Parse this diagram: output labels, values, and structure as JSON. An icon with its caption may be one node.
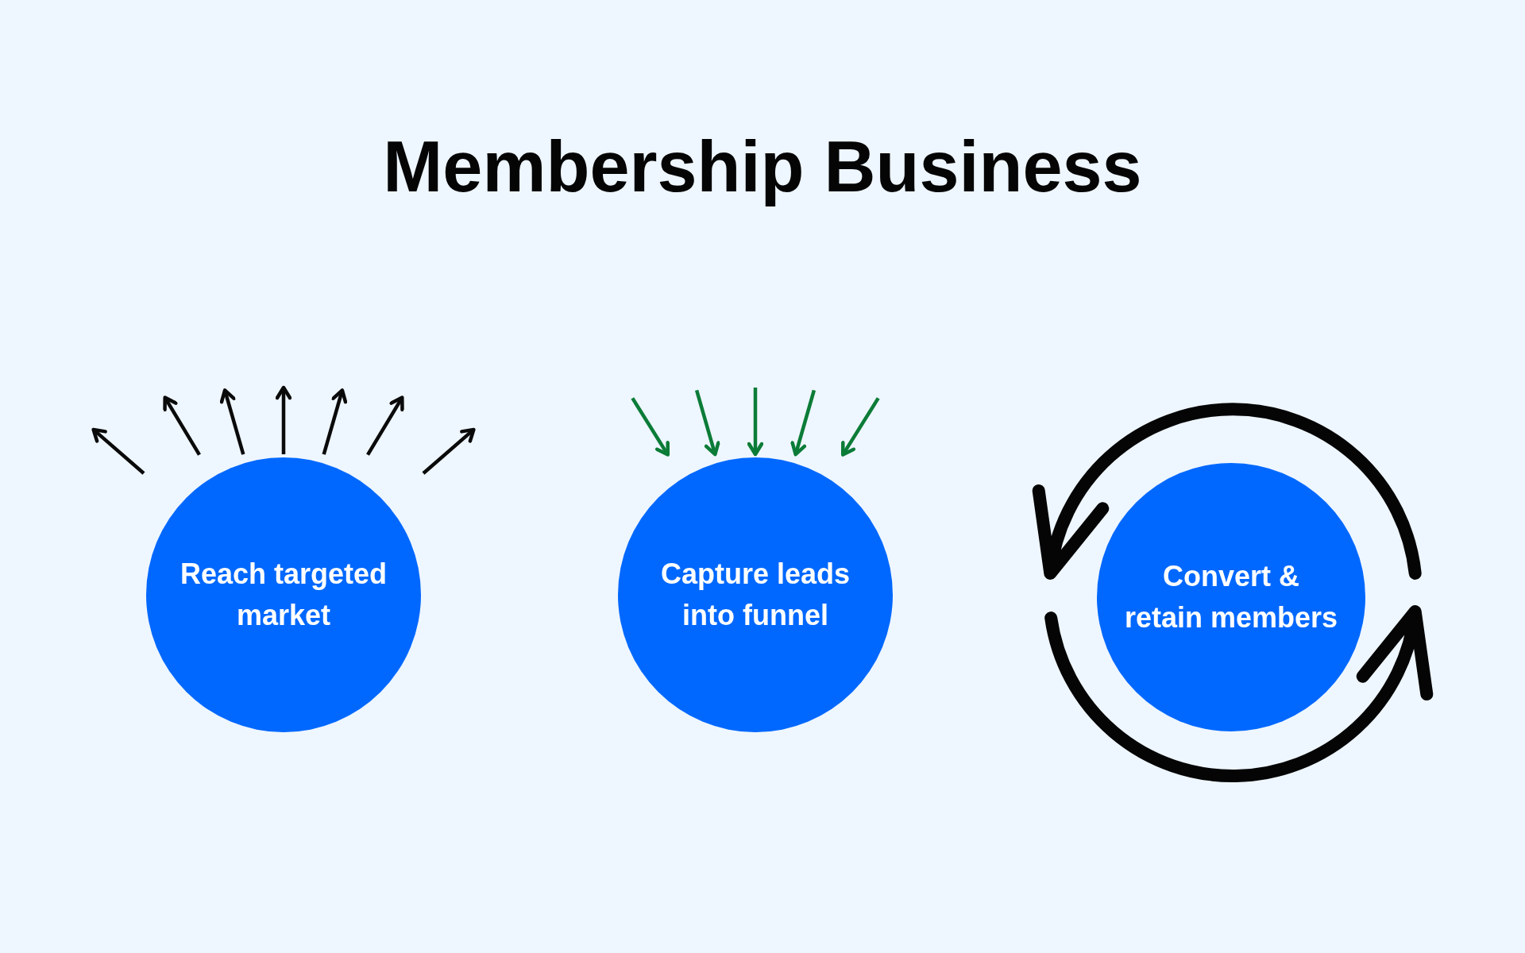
{
  "diagram": {
    "title": "Membership Business",
    "nodes": [
      {
        "text": [
          "Reach targeted market"
        ]
      },
      {
        "text": [
          "Capture leads into funnel"
        ]
      },
      {
        "text": [
          "Convert & retain members"
        ]
      }
    ],
    "edges": [
      {
        "from": 0,
        "to": null,
        "arrow": "to"
      },
      {
        "from": 0,
        "to": null,
        "arrow": "to"
      },
      {
        "from": 0,
        "to": null,
        "arrow": "to"
      },
      {
        "from": 0,
        "to": null,
        "arrow": "to"
      },
      {
        "from": 0,
        "to": null,
        "arrow": "to"
      },
      {
        "from": 0,
        "to": null,
        "arrow": "to"
      },
      {
        "from": 0,
        "to": null,
        "arrow": "to"
      },
      {
        "from": null,
        "to": 1,
        "arrow": "to",
        "color": "#0b7c37"
      },
      {
        "from": null,
        "to": 1,
        "arrow": "to",
        "color": "#0b7c37"
      },
      {
        "from": null,
        "to": 1,
        "arrow": "to",
        "color": "#0b7c37"
      },
      {
        "from": null,
        "to": 1,
        "arrow": "to",
        "color": "#0b7c37"
      },
      {
        "from": null,
        "to": 1,
        "arrow": "to",
        "color": "#0b7c37"
      }
    ]
  }
}
